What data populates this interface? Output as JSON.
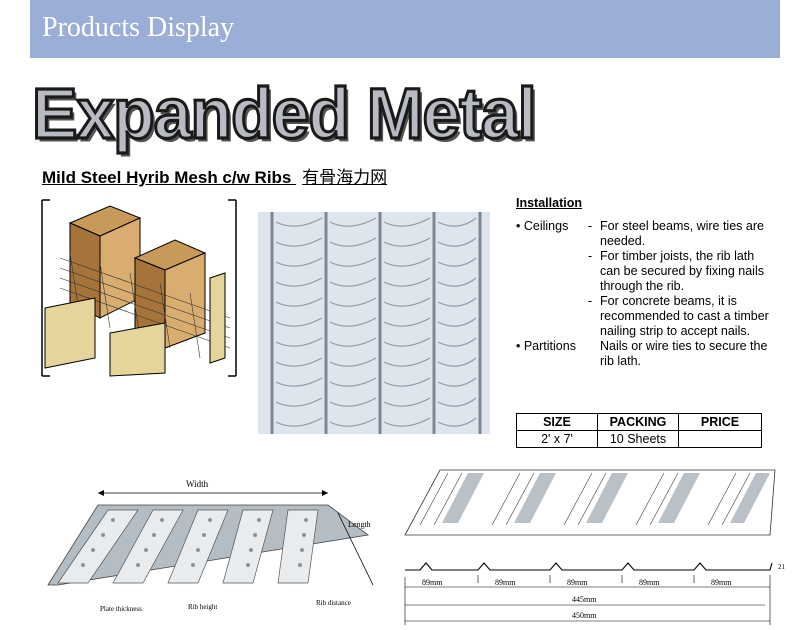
{
  "header": {
    "title": "Products Display"
  },
  "main_title": "Expanded Metal",
  "subtitle": {
    "en": "Mild Steel Hyrib Mesh c/w Ribs",
    "cn": "有骨海力网"
  },
  "installation": {
    "heading": "Installation",
    "ceilings_label": "• Ceilings",
    "ceilings_items": [
      "For steel beams, wire ties are needed.",
      "For timber joists, the rib lath can be secured by fixing nails through the rib.",
      "For concrete beams, it is recommended to cast a timber nailing strip to accept nails."
    ],
    "partitions_label": "• Partitions",
    "partitions_text": "Nails or wire ties to secure the rib lath."
  },
  "table": {
    "headers": [
      "SIZE",
      "PACKING",
      "PRICE"
    ],
    "rows": [
      [
        "2' x 7'",
        "10 Sheets",
        ""
      ]
    ]
  },
  "diagram_left": {
    "width": "Width",
    "length": "Length",
    "plate_thickness": "Plate thickness",
    "rib_height": "Rib height",
    "rib_distance": "Rib distance"
  },
  "diagram_right": {
    "segments": [
      "89mm",
      "89mm",
      "89mm",
      "89mm",
      "89mm"
    ],
    "height": "21",
    "inner_width": "445mm",
    "outer_width": "450mm"
  }
}
